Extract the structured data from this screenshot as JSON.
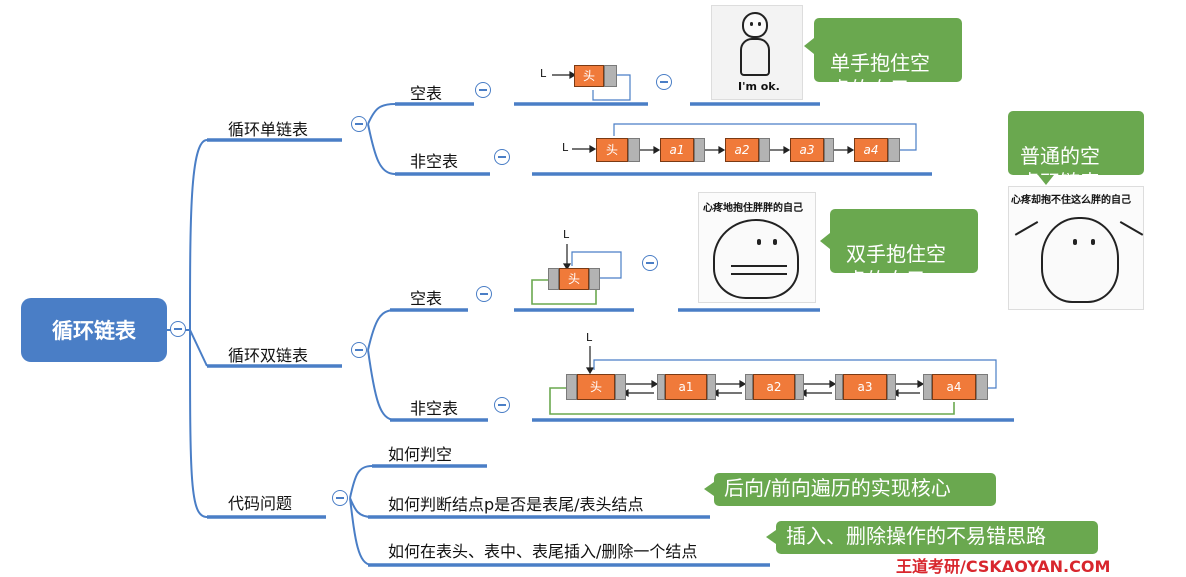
{
  "root": "循环链表",
  "branches": {
    "single": "循环单链表",
    "double": "循环双链表",
    "code": "代码问题"
  },
  "leaves": {
    "single_empty": "空表",
    "single_nonempty": "非空表",
    "double_empty": "空表",
    "double_nonempty": "非空表",
    "code_q1": "如何判空",
    "code_q2": "如何判断结点p是否是表尾/表头结点",
    "code_q3": "如何在表头、表中、表尾插入/删除一个结点"
  },
  "nodes": {
    "head": "头",
    "ptr_l": "L",
    "a1": "a1",
    "a2": "a2",
    "a3": "a3",
    "a4": "a4"
  },
  "callouts": {
    "c1": "单手抱住空\n虚的自己",
    "c2": "普通的空\n虚双链表",
    "c3": "双手抱住空\n虚的自己",
    "c4": "后向/前向遍历的实现核心",
    "c5": "插入、删除操作的不易错思路"
  },
  "images": {
    "im_ok": "I'm ok.",
    "cap1": "心疼地抱住胖胖的自己",
    "cap2": "心疼却抱不住这么胖的自己"
  },
  "brand": "王道考研/CSKAOYAN.COM",
  "colors": {
    "accent": "#4a7ec6",
    "callout": "#6aa84f",
    "node": "#f07a3a",
    "brand": "#d8262d"
  }
}
